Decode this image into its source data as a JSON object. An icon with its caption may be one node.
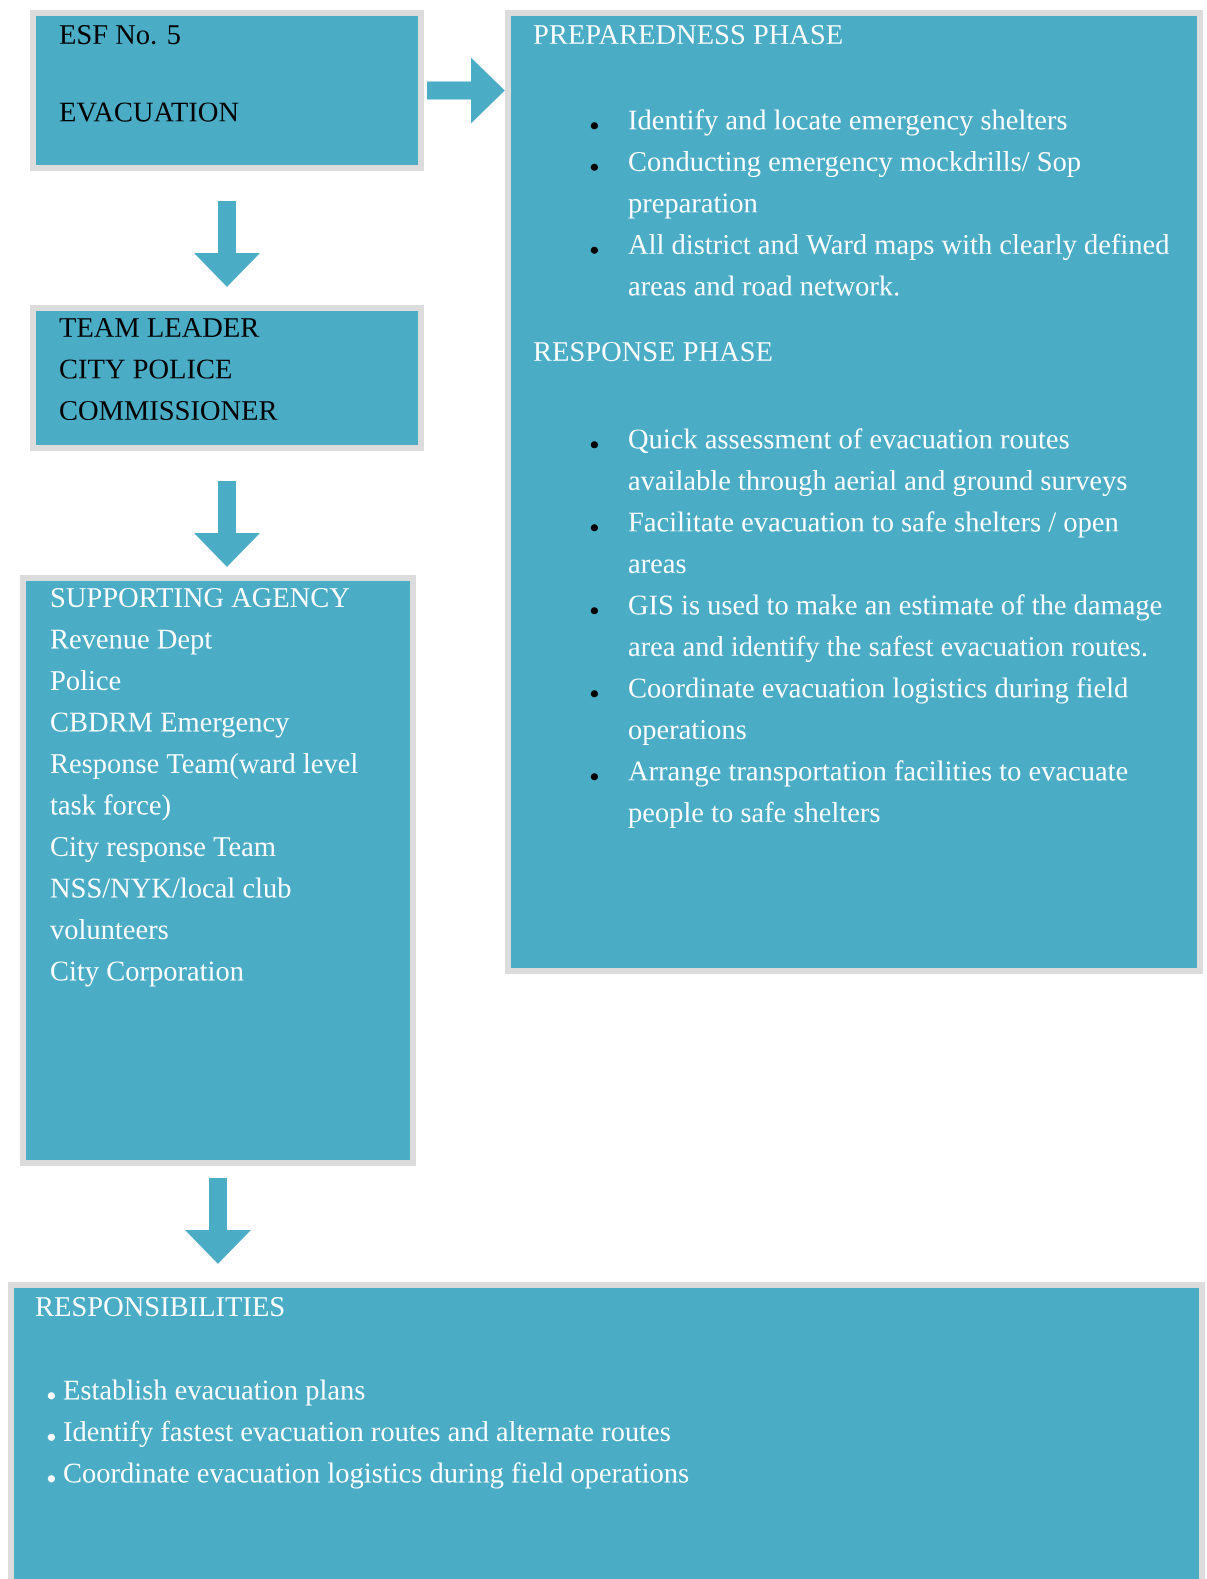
{
  "diagram": {
    "nodes": [
      {
        "text": [
          "ESF No. 5",
          "EVACUATION"
        ]
      },
      {
        "text": [
          "PREPAREDNESS PHASE",
          "Identify and locate emergency shelters",
          "Conducting emergency mockdrills/ Sop preparation",
          "All district and Ward maps with clearly defined areas and road network.",
          "RESPONSE PHASE",
          "Quick assessment of evacuation routes available through aerial and ground surveys",
          "Facilitate evacuation to safe shelters / open areas",
          "GIS is used to make an estimate of the damage area and identify the safest evacuation routes.",
          "Coordinate  evacuation logistics during field operations",
          "Arrange transportation facilities to evacuate people to safe shelters"
        ]
      },
      {
        "text": [
          "TEAM LEADER",
          "CITY POLICE COMMISSIONER"
        ]
      },
      {
        "text": [
          "SUPPORTING AGENCY",
          "Revenue Dept",
          "Police",
          "CBDRM Emergency Response Team(ward level task force)",
          "City response Team",
          "NSS/NYK/local club volunteers",
          "City Corporation"
        ]
      },
      {
        "text": [
          "RESPONSIBILITIES",
          "Establish evacuation plans",
          "Identify fastest evacuation routes and alternate routes",
          "Coordinate evacuation logistics during field operations"
        ]
      }
    ],
    "edges": [
      {
        "from": 0,
        "to": 1,
        "arrow": "to"
      },
      {
        "from": 0,
        "to": 2,
        "arrow": "to"
      },
      {
        "from": 2,
        "to": 3,
        "arrow": "to"
      },
      {
        "from": 3,
        "to": 4,
        "arrow": "to"
      }
    ]
  }
}
